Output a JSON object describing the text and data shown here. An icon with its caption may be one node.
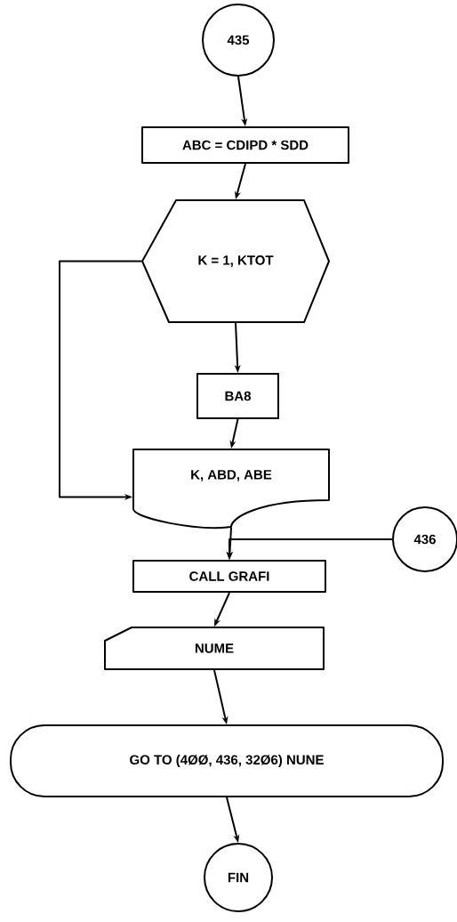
{
  "diagram": {
    "nodes": [
      {
        "text": [
          "435"
        ]
      },
      {
        "text": [
          "ABC = CDIPD * SDD"
        ]
      },
      {
        "text": [
          "K = 1, KTOT"
        ]
      },
      {
        "text": [
          "BA8"
        ]
      },
      {
        "text": [
          "K, ABD, ABE"
        ]
      },
      {
        "text": [
          "436"
        ]
      },
      {
        "text": [
          "CALL GRAFI"
        ]
      },
      {
        "text": [
          "NUME"
        ]
      },
      {
        "text": [
          "GO TO (4ØØ, 436, 32Ø6) NUNE"
        ]
      },
      {
        "text": [
          "FIN"
        ]
      }
    ],
    "edges": [
      {
        "from": 0,
        "to": 1,
        "arrow": "to"
      },
      {
        "from": 1,
        "to": 2,
        "arrow": "to"
      },
      {
        "from": 2,
        "to": 3,
        "arrow": "to"
      },
      {
        "from": 3,
        "to": 4,
        "arrow": "to"
      },
      {
        "from": 2,
        "to": 4,
        "arrow": "to"
      },
      {
        "from": 4,
        "to": 6,
        "arrow": "to"
      },
      {
        "from": 5,
        "to": 6,
        "arrow": "to"
      },
      {
        "from": 6,
        "to": 7,
        "arrow": "to"
      },
      {
        "from": 7,
        "to": 8,
        "arrow": "to"
      },
      {
        "from": 8,
        "to": 9,
        "arrow": "to"
      }
    ]
  }
}
